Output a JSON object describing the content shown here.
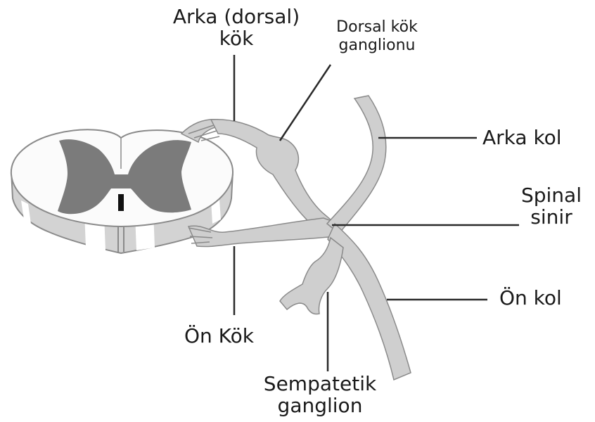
{
  "labels": {
    "dorsal_root": [
      "Arka (dorsal)",
      "kök"
    ],
    "dorsal_root_ganglion": [
      "Dorsal kök",
      "ganglionu"
    ],
    "posterior_ramus": "Arka kol",
    "spinal_nerve": [
      "Spinal",
      "sinir"
    ],
    "ventral_root": "Ön Kök",
    "anterior_ramus": "Ön kol",
    "sympathetic_ganglion": [
      "Sempatetik",
      "ganglion"
    ]
  },
  "colors": {
    "cord_white_matter": "#fbfbfb",
    "cord_gray_matter": "#7b7b7b",
    "cord_side": "#d3d3d3",
    "nerve": "#cfcfcf",
    "outline": "#8a8a8a",
    "leader_line": "#2a2a2a",
    "text": "#1a1a1a"
  }
}
